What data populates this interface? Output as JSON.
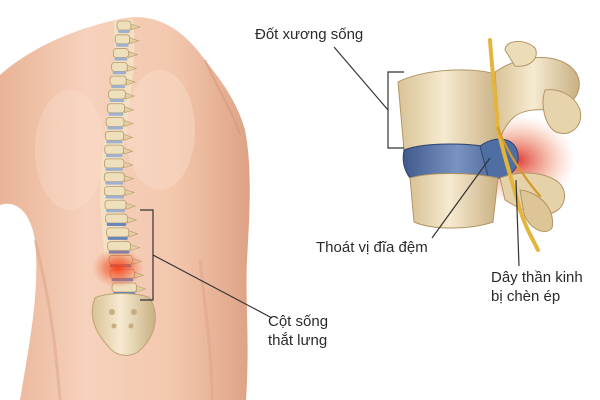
{
  "labels": {
    "vertebra": "Đốt xương sống",
    "herniated_disc": "Thoát vị đĩa đệm",
    "pinched_nerve_line1": "Dây thần kinh",
    "pinched_nerve_line2": "bị chèn ép",
    "lumbar_spine_line1": "Cột sống",
    "lumbar_spine_line2": "thắt lưng"
  },
  "colors": {
    "skin": "#f2c4a8",
    "bone": "#ecdcb6",
    "disc": "#5a76a8",
    "pain": "#e23a1a",
    "nerve": "#e2b43a",
    "leader": "#333333"
  },
  "icons": {
    "back": "human-back-illustration",
    "spine": "spine-illustration",
    "vertebra": "vertebra-closeup-illustration"
  }
}
